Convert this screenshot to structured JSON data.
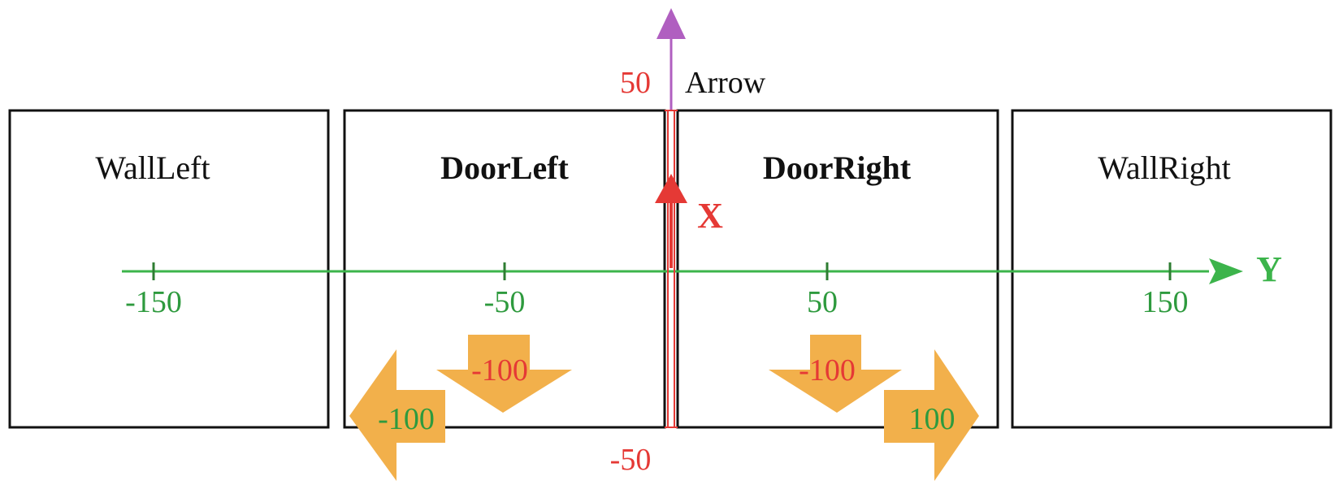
{
  "colors": {
    "y_axis": "#3cb44b",
    "x_axis": "#e53935",
    "arrow_axis": "#b05fc0",
    "orange": "#f2b04b",
    "box_border": "#111111",
    "text": "#111111",
    "green_text": "#2e9a3e",
    "red_text": "#e53935"
  },
  "boxes": {
    "wall_left": "WallLeft",
    "door_left": "DoorLeft",
    "door_right": "DoorRight",
    "wall_right": "WallRight"
  },
  "y_axis": {
    "name": "Y",
    "ticks": [
      "-150",
      "-50",
      "50",
      "150"
    ]
  },
  "x_axis": {
    "name": "X",
    "top_value": "50",
    "bottom_value": "-50"
  },
  "arrow_axis": {
    "name": "Arrow"
  },
  "orange_arrows": {
    "door_left_down": "-100",
    "door_left_left": "-100",
    "door_right_down": "-100",
    "door_right_right": "100"
  }
}
